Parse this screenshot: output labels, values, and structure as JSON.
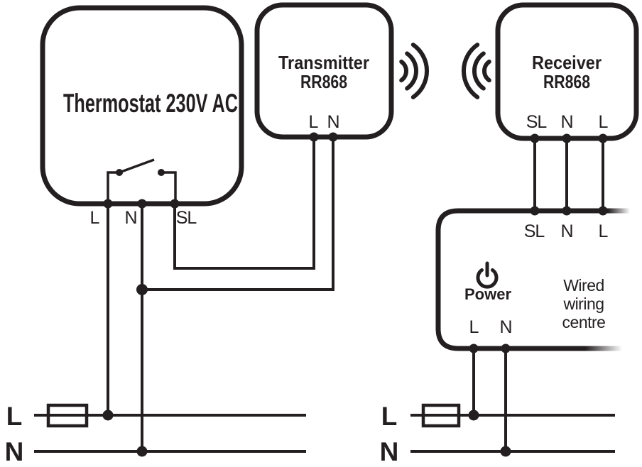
{
  "colors": {
    "ink": "#231f20",
    "background": "#ffffff"
  },
  "diagram": {
    "thermostat": {
      "title": "Thermostat 230V AC",
      "terminals": [
        "L",
        "N",
        "SL"
      ]
    },
    "transmitter": {
      "name": "Transmitter",
      "model": "RR868",
      "terminals": [
        "L",
        "N"
      ]
    },
    "receiver": {
      "name": "Receiver",
      "model": "RR868",
      "terminals": [
        "SL",
        "N",
        "L"
      ]
    },
    "wiring_centre": {
      "name_lines": [
        "Wired",
        "wiring",
        "centre"
      ],
      "power_label": "Power",
      "top_terminals": [
        "SL",
        "N",
        "L"
      ],
      "bottom_terminals": [
        "L",
        "N"
      ]
    },
    "supply_left": {
      "live": "L",
      "neutral": "N"
    },
    "supply_right": {
      "live": "L",
      "neutral": "N"
    }
  }
}
